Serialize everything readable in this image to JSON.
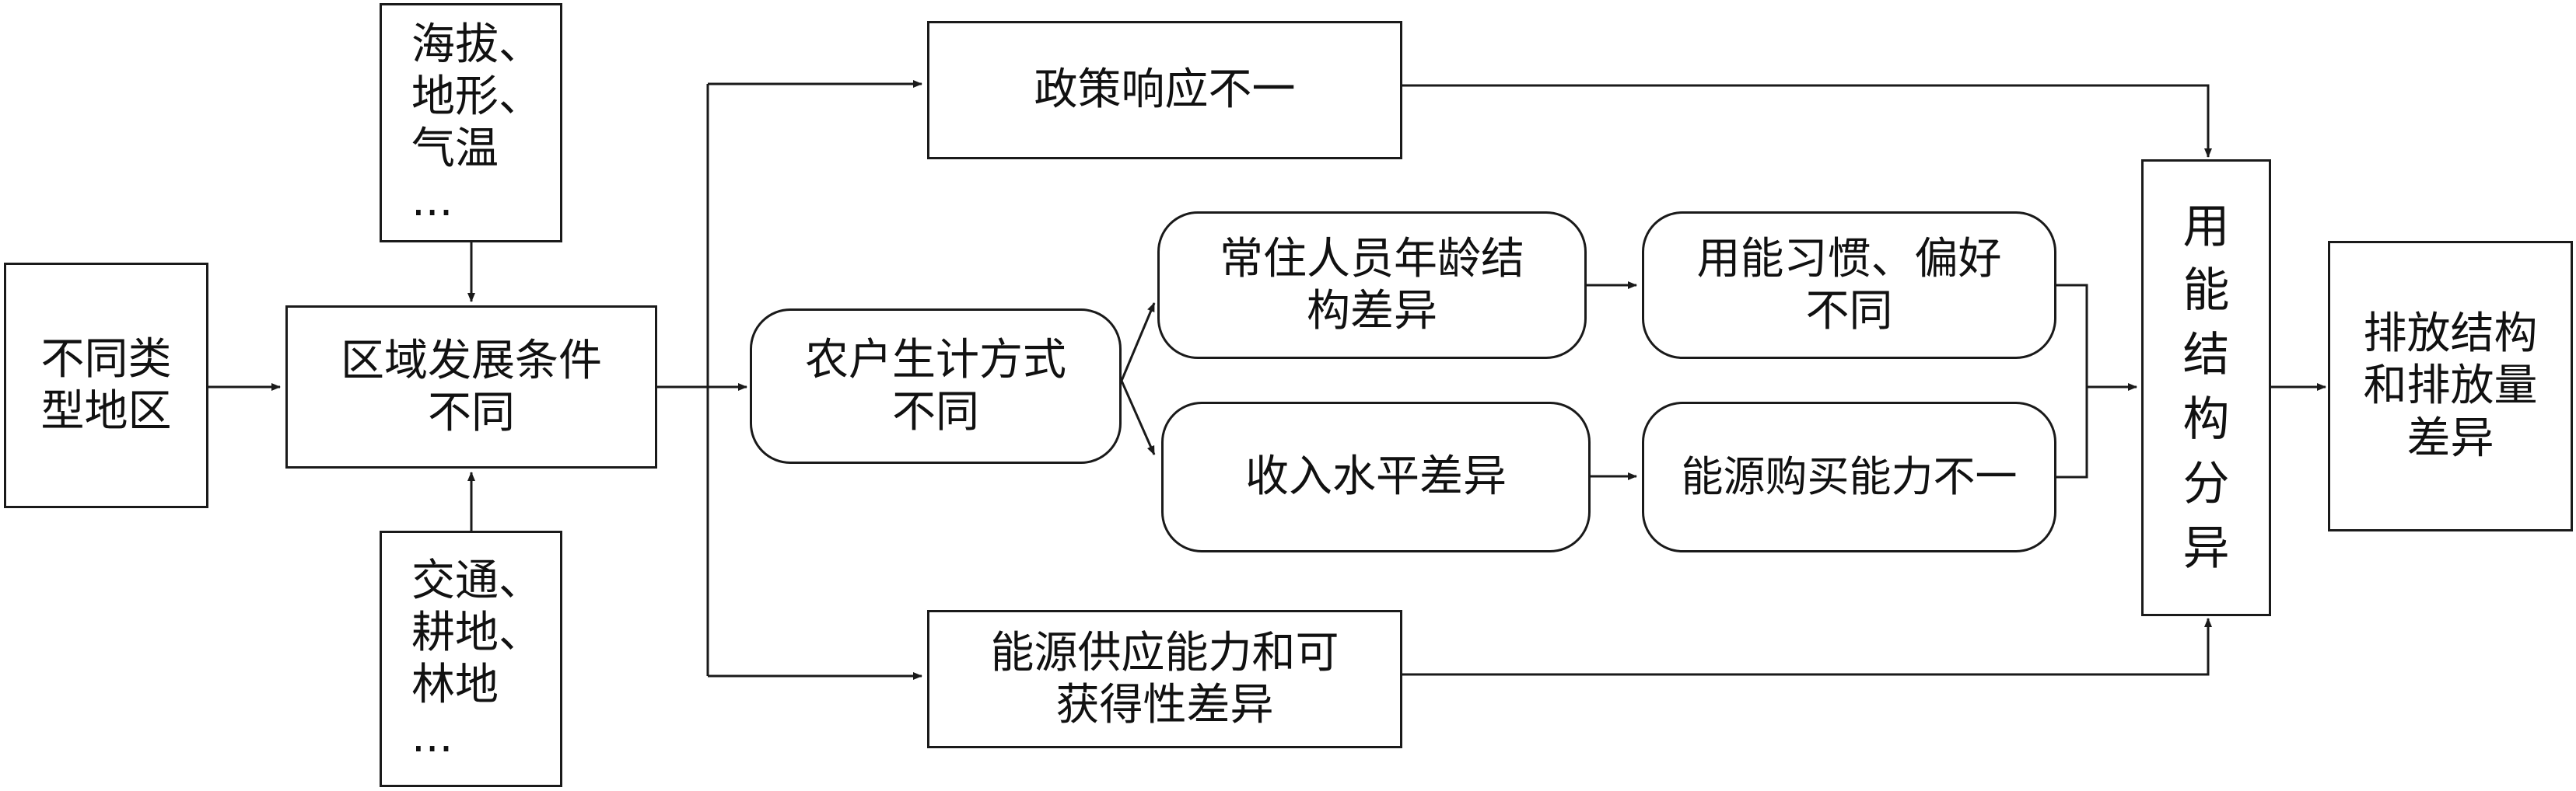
{
  "nodes": {
    "regions": {
      "lines": [
        "不同类",
        "型地区"
      ]
    },
    "conditions": {
      "lines": [
        "区域发展条件",
        "不同"
      ]
    },
    "natural_factors": {
      "lines": [
        "海拔、",
        "地形、",
        "气温",
        "..."
      ]
    },
    "social_factors": {
      "lines": [
        "交通、",
        "耕地、",
        "林地",
        "..."
      ]
    },
    "policy": {
      "lines": [
        "政策响应不一"
      ]
    },
    "livelihood": {
      "lines": [
        "农户生计方式",
        "不同"
      ]
    },
    "age_structure": {
      "lines": [
        "常住人员年龄结",
        "构差异"
      ]
    },
    "income": {
      "lines": [
        "收入水平差异"
      ]
    },
    "habits": {
      "lines": [
        "用能习惯、偏好",
        "不同"
      ]
    },
    "purchasing": {
      "lines": [
        "能源购买能力不一"
      ]
    },
    "supply": {
      "lines": [
        "能源供应能力和可",
        "获得性差异"
      ]
    },
    "energy_structure": {
      "lines": [
        "用",
        "能",
        "结",
        "构",
        "分",
        "异"
      ]
    },
    "emission": {
      "lines": [
        "排放结构",
        "和排放量",
        "差异"
      ]
    }
  }
}
